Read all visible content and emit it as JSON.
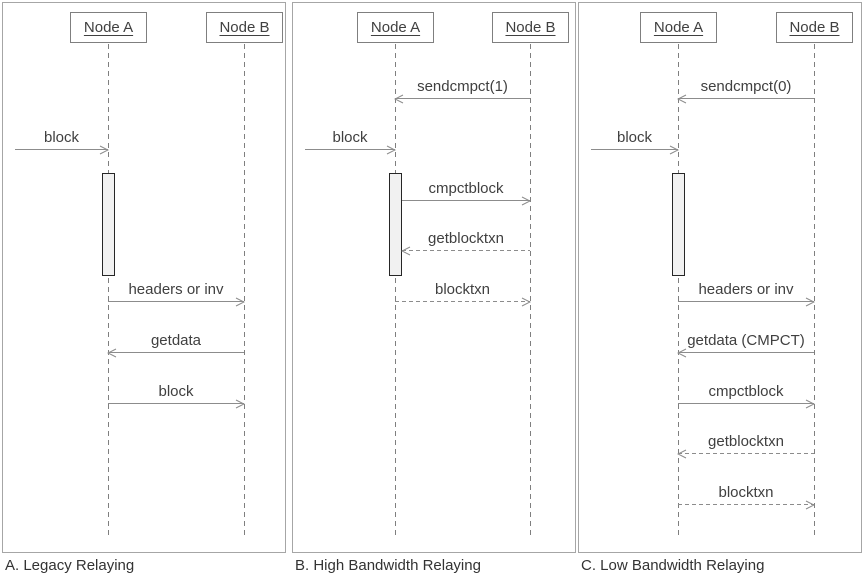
{
  "title": "Compact block relay sequence diagrams",
  "colors": {
    "panel_border": "#a6a6a6",
    "box_border": "#7f7f7f",
    "line": "#8c8c8c",
    "label_text": "#404040",
    "caption_text": "#333333",
    "activation_fill": "#f1f1f1",
    "activation_border": "#262626"
  },
  "panels": [
    {
      "id": "A",
      "caption": "A. Legacy Relaying",
      "actors": [
        {
          "label": "Node A"
        },
        {
          "label": "Node B"
        }
      ],
      "activation": true,
      "messages": [
        {
          "label": "block",
          "from": "external",
          "to": "a",
          "dashed": false,
          "row": 1
        },
        {
          "label": "headers or inv",
          "from": "a",
          "to": "b",
          "dashed": false,
          "row": 4
        },
        {
          "label": "getdata",
          "from": "b",
          "to": "a",
          "dashed": false,
          "row": 5
        },
        {
          "label": "block",
          "from": "a",
          "to": "b",
          "dashed": false,
          "row": 6
        }
      ]
    },
    {
      "id": "B",
      "caption": "B. High Bandwidth Relaying",
      "actors": [
        {
          "label": "Node A"
        },
        {
          "label": "Node B"
        }
      ],
      "activation": true,
      "messages": [
        {
          "label": "sendcmpct(1)",
          "from": "b",
          "to": "a",
          "dashed": false,
          "row": 0
        },
        {
          "label": "block",
          "from": "external",
          "to": "a",
          "dashed": false,
          "row": 1
        },
        {
          "label": "cmpctblock",
          "from": "a",
          "to": "b",
          "dashed": false,
          "row": 2
        },
        {
          "label": "getblocktxn",
          "from": "b",
          "to": "a",
          "dashed": true,
          "row": 3
        },
        {
          "label": "blocktxn",
          "from": "a",
          "to": "b",
          "dashed": true,
          "row": 4
        }
      ]
    },
    {
      "id": "C",
      "caption": "C. Low Bandwidth Relaying",
      "actors": [
        {
          "label": "Node A"
        },
        {
          "label": "Node B"
        }
      ],
      "activation": true,
      "messages": [
        {
          "label": "sendcmpct(0)",
          "from": "b",
          "to": "a",
          "dashed": false,
          "row": 0
        },
        {
          "label": "block",
          "from": "external",
          "to": "a",
          "dashed": false,
          "row": 1
        },
        {
          "label": "headers or inv",
          "from": "a",
          "to": "b",
          "dashed": false,
          "row": 4
        },
        {
          "label": "getdata (CMPCT)",
          "from": "b",
          "to": "a",
          "dashed": false,
          "row": 5
        },
        {
          "label": "cmpctblock",
          "from": "a",
          "to": "b",
          "dashed": false,
          "row": 6
        },
        {
          "label": "getblocktxn",
          "from": "b",
          "to": "a",
          "dashed": true,
          "row": 7
        },
        {
          "label": "blocktxn",
          "from": "a",
          "to": "b",
          "dashed": true,
          "row": 8
        }
      ]
    }
  ]
}
